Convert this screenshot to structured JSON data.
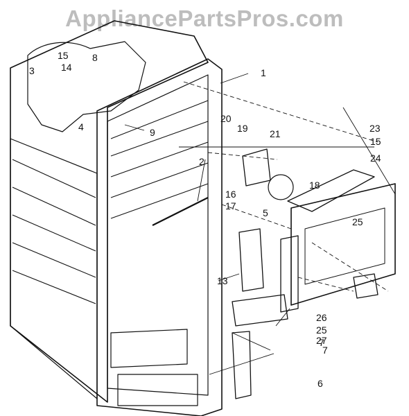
{
  "watermark": "AppliancePartsPros.com",
  "part_labels": {
    "p1": "1",
    "p2": "2",
    "p3": "3",
    "p4": "4",
    "p5": "5",
    "p6": "6",
    "p7": "7",
    "p7b": "7",
    "p8": "8",
    "p9": "9",
    "p13": "13",
    "p14": "14",
    "p15a": "15",
    "p15b": "15",
    "p16": "16",
    "p17": "17",
    "p18": "18",
    "p19": "19",
    "p20": "20",
    "p21": "21",
    "p23": "23",
    "p24": "24",
    "p25a": "25",
    "p25b": "25",
    "p26": "26",
    "p27": "27"
  }
}
